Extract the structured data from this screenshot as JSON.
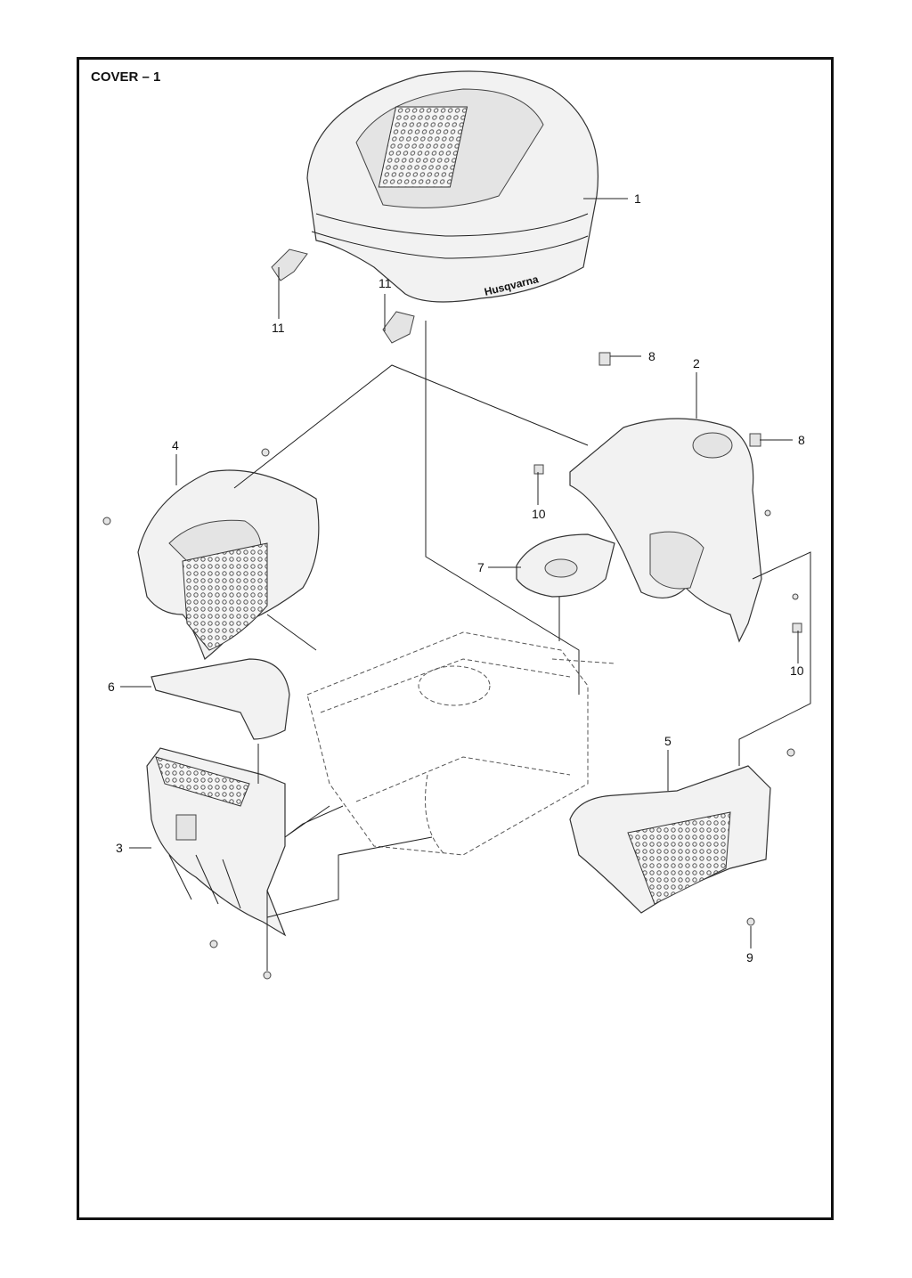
{
  "page": {
    "title": "COVER – 1"
  },
  "callouts": [
    "1",
    "2",
    "3",
    "4",
    "5",
    "6",
    "7",
    "8",
    "8",
    "9",
    "10",
    "10",
    "11",
    "11"
  ],
  "logo": {
    "brand": "Husqvarna"
  },
  "colors": {
    "line": "#222222",
    "fill": "#f2f2f2",
    "mesh": "#555555"
  }
}
